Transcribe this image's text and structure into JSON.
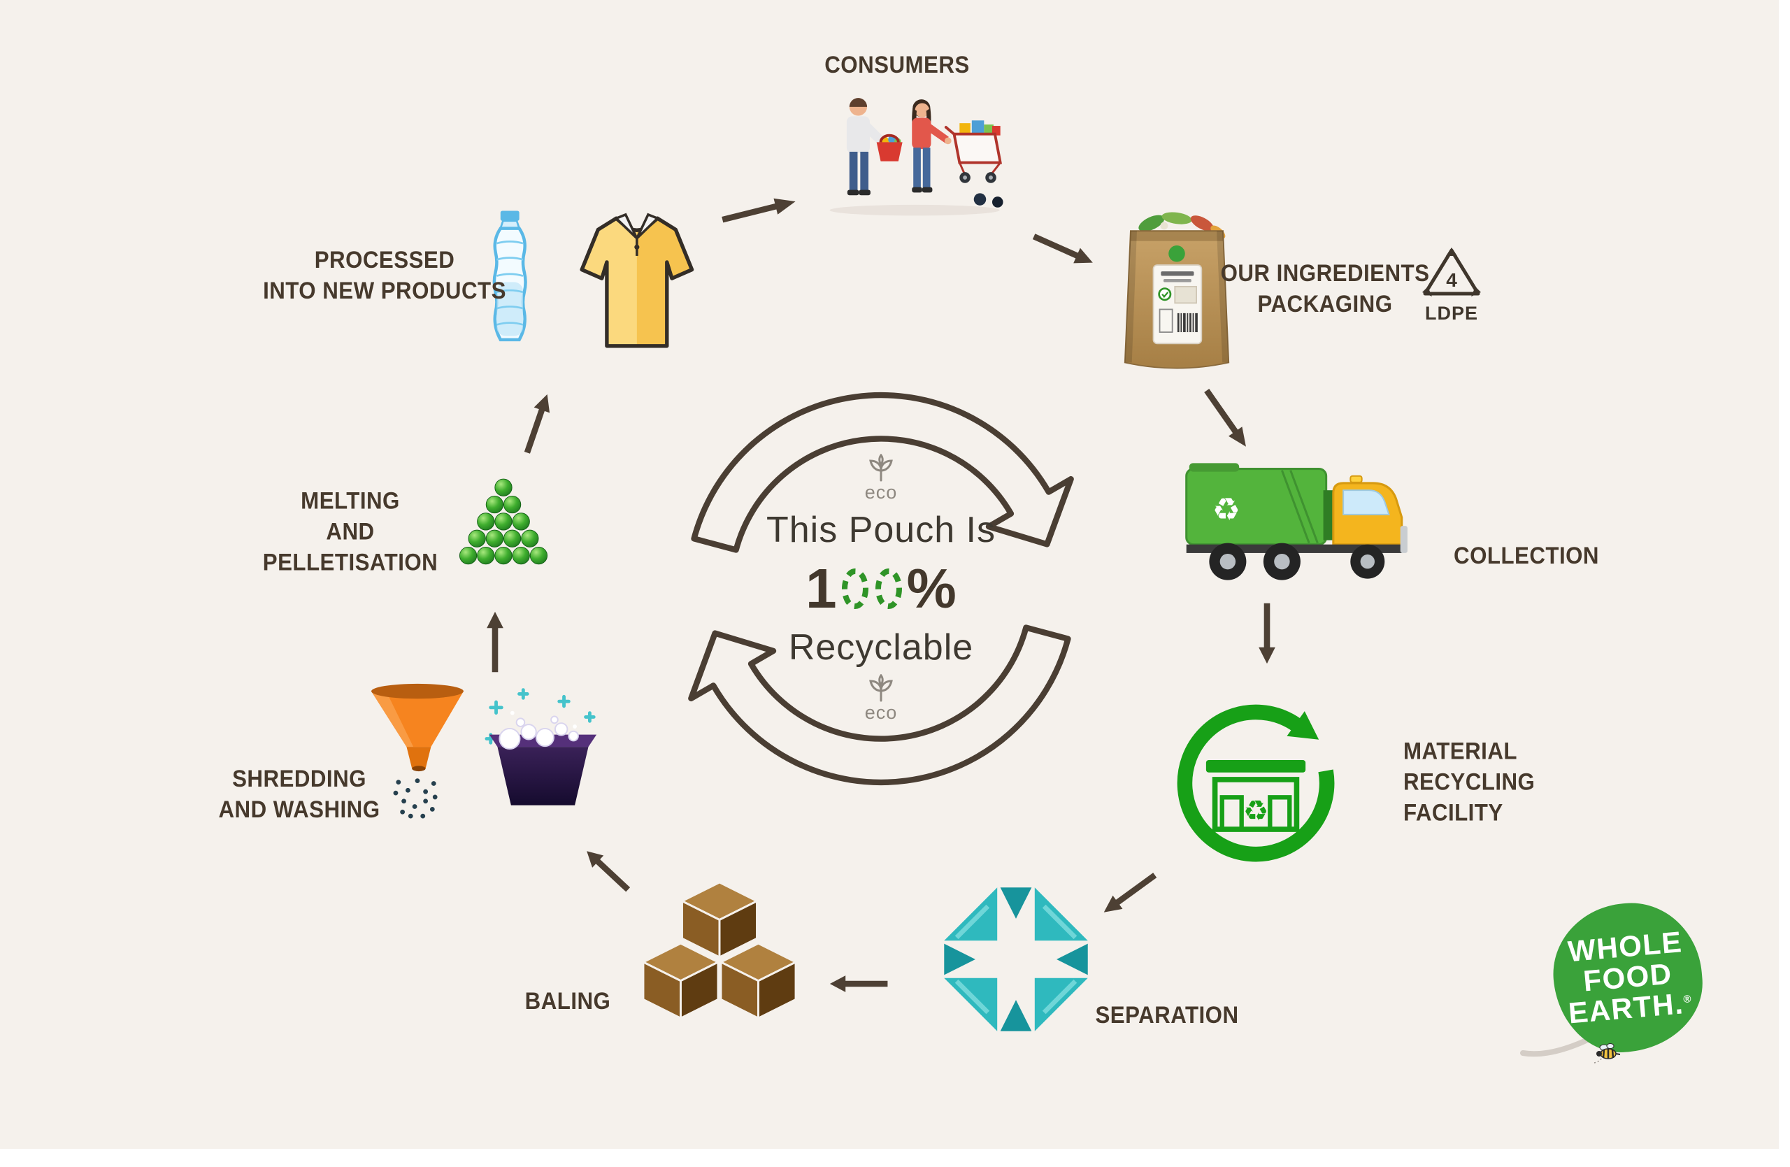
{
  "center_badge": {
    "eco_top": "eco",
    "line1": "This Pouch Is",
    "value_prefix": "1",
    "value_zeros": "00",
    "value_suffix": "%",
    "value_full": "100%",
    "line2": "Recyclable",
    "eco_bottom": "eco"
  },
  "labels": {
    "consumers": "CONSUMERS",
    "packaging": [
      "OUR INGREDIENTS",
      "PACKAGING"
    ],
    "collection": "COLLECTION",
    "mrf": [
      "MATERIAL",
      "RECYCLING",
      "FACILITY"
    ],
    "separation": "SEPARATION",
    "baling": "BALING",
    "shredding": [
      "SHREDDING",
      "AND WASHING"
    ],
    "melting": [
      "MELTING",
      "AND",
      "PELLETISATION"
    ],
    "processed": [
      "PROCESSED",
      "INTO NEW PRODUCTS"
    ]
  },
  "ldpe": {
    "number": "4",
    "label": "LDPE"
  },
  "logo": {
    "lines": [
      "WHOLE",
      "FOOD",
      "EARTH."
    ],
    "registered": "®"
  },
  "icons": {
    "recycle_glyph": "♻"
  },
  "colors": {
    "background": "#f5f1ec",
    "label_text": "#46392c",
    "arrow": "#4d4034",
    "green": "#2f9427",
    "mrf_green": "#17a017",
    "teal": "#2fb9be",
    "orange": "#f6841f",
    "kraft": "#b8925c",
    "shirt_yellow": "#f6c34f",
    "logo_green": "#3aa23a"
  }
}
